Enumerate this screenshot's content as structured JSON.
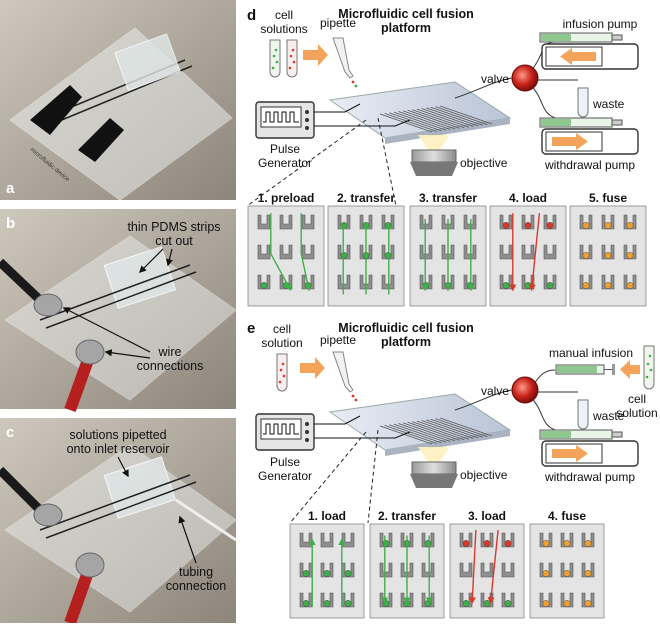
{
  "photos": {
    "a": {
      "letter": "a"
    },
    "b": {
      "letter": "b",
      "label_strips_1": "thin PDMS strips",
      "label_strips_2": "cut out",
      "label_wire_1": "wire",
      "label_wire_2": "connections"
    },
    "c": {
      "letter": "c",
      "label_sol_1": "solutions pipetted",
      "label_sol_2": "onto inlet reservoir",
      "label_tube_1": "tubing",
      "label_tube_2": "connection"
    }
  },
  "panel_d": {
    "letter": "d",
    "title_1": "Microfluidic cell fusion",
    "title_2": "platform",
    "cell_solutions_1": "cell",
    "cell_solutions_2": "solutions",
    "pipette": "pipette",
    "valve": "valve",
    "infusion_pump": "infusion pump",
    "waste": "waste",
    "withdrawal_pump": "withdrawal pump",
    "pulse_1": "Pulse",
    "pulse_2": "Generator",
    "objective": "objective",
    "steps": [
      "1. preload",
      "2. transfer",
      "3. transfer",
      "4. load",
      "5. fuse"
    ]
  },
  "panel_e": {
    "letter": "e",
    "title_1": "Microfluidic cell fusion",
    "title_2": "platform",
    "cell_solution_1": "cell",
    "cell_solution_2": "solution",
    "pipette": "pipette",
    "manual_infusion": "manual infusion",
    "valve": "valve",
    "waste": "waste",
    "cell_solution_right_1": "cell",
    "cell_solution_right_2": "solution",
    "withdrawal_pump": "withdrawal pump",
    "pulse_1": "Pulse",
    "pulse_2": "Generator",
    "objective": "objective",
    "steps": [
      "1. load",
      "2. transfer",
      "3. load",
      "4. fuse"
    ]
  },
  "colors": {
    "green_cell": "#3fae49",
    "red_cell": "#d83a2a",
    "orange_cell": "#f0a030",
    "arrow_orange": "#f3a35a",
    "panel_gray": "#e4e4e4",
    "photo_bg": "#b9b0a3"
  }
}
